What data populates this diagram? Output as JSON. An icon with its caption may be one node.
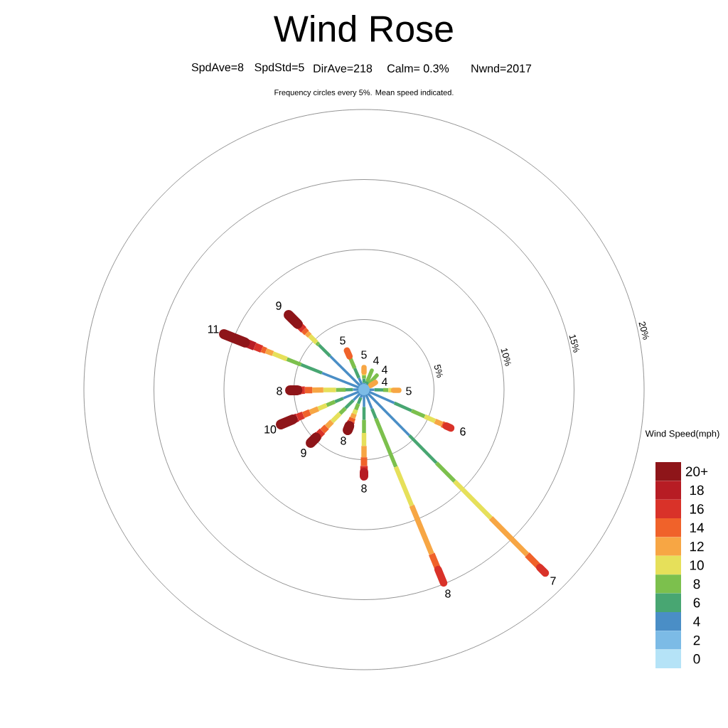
{
  "diagram": {
    "title": "Wind Rose",
    "labels": [
      "SpdAve=8",
      "SpdStd=5",
      "DirAve=218",
      "Calm= 0.3%",
      "Nwnd=2017",
      "Frequency circles every 5%. Mean speed indicated.",
      "5%",
      "10%",
      "15%",
      "20%",
      "9",
      "11",
      "5",
      "5",
      "4",
      "4",
      "4",
      "5",
      "6",
      "7",
      "8",
      "8",
      "8",
      "9",
      "10",
      "8",
      "Wind Speed(mph)"
    ],
    "legend": [
      {
        "text": "20+",
        "color": "#8e1519"
      },
      {
        "text": "18",
        "color": "#b71c24"
      },
      {
        "text": "16",
        "color": "#d93229"
      },
      {
        "text": "14",
        "color": "#f0622a"
      },
      {
        "text": "12",
        "color": "#f7a644"
      },
      {
        "text": "10",
        "color": "#e6e05a"
      },
      {
        "text": "8",
        "color": "#7cc04d"
      },
      {
        "text": "6",
        "color": "#48a672"
      },
      {
        "text": "4",
        "color": "#4a8ec6"
      },
      {
        "text": "2",
        "color": "#7cbbe6"
      },
      {
        "text": "0",
        "color": "#b5e3f7"
      }
    ]
  }
}
